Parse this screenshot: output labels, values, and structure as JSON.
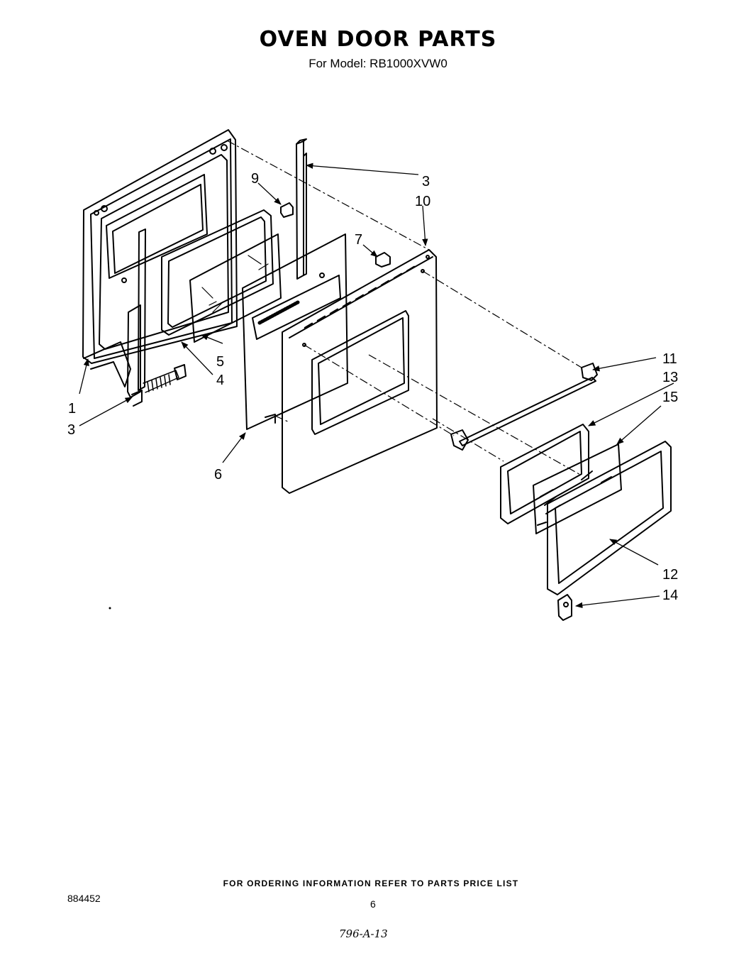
{
  "header": {
    "title": "OVEN DOOR PARTS",
    "model_line": "For Model: RB1000XVW0"
  },
  "callouts": {
    "c1": "1",
    "c3_top": "3",
    "c3_left": "3",
    "c4": "4",
    "c5": "5",
    "c6": "6",
    "c7": "7",
    "c9": "9",
    "c10": "10",
    "c11": "11",
    "c12": "12",
    "c13": "13",
    "c14": "14",
    "c15": "15"
  },
  "footer": {
    "ordering_note": "FOR ORDERING INFORMATION REFER TO PARTS PRICE LIST",
    "doc_number": "884452",
    "page_number": "6",
    "handwritten_code": "796-A-13"
  }
}
